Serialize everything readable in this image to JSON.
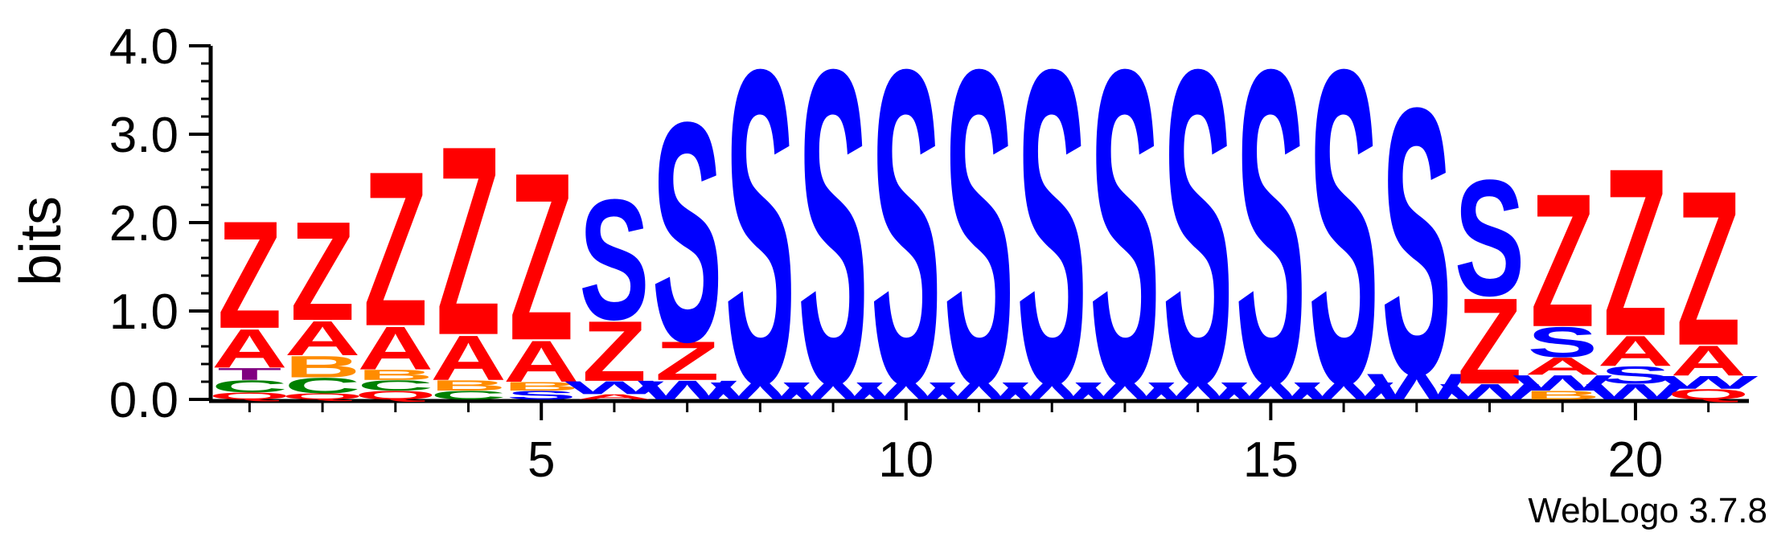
{
  "chart_data": {
    "type": "sequence-logo",
    "title": "",
    "xlabel": "",
    "ylabel": "bits",
    "ylim": [
      0,
      4.0
    ],
    "yticks": [
      "0.0",
      "1.0",
      "2.0",
      "3.0",
      "4.0"
    ],
    "xlim": [
      1,
      21
    ],
    "xticks": [
      5,
      10,
      15,
      20
    ],
    "credit": "WebLogo 3.7.8",
    "colors": {
      "Z": "#ff0000",
      "A": "#ff0000",
      "S": "#0000ff",
      "W": "#0000ff",
      "B": "#ff8c00",
      "C": "#008000",
      "T": "#800080",
      "Q": "#ff0000"
    },
    "positions": [
      {
        "pos": 1,
        "letters": [
          {
            "l": "Q",
            "h": 0.08
          },
          {
            "l": "C",
            "h": 0.14
          },
          {
            "l": "T",
            "h": 0.14
          },
          {
            "l": "A",
            "h": 0.45
          },
          {
            "l": "Z",
            "h": 1.25
          }
        ]
      },
      {
        "pos": 2,
        "letters": [
          {
            "l": "Q",
            "h": 0.07
          },
          {
            "l": "C",
            "h": 0.18
          },
          {
            "l": "B",
            "h": 0.25
          },
          {
            "l": "A",
            "h": 0.4
          },
          {
            "l": "Z",
            "h": 1.15
          }
        ]
      },
      {
        "pos": 3,
        "letters": [
          {
            "l": "Q",
            "h": 0.1
          },
          {
            "l": "C",
            "h": 0.12
          },
          {
            "l": "B",
            "h": 0.12
          },
          {
            "l": "A",
            "h": 0.5
          },
          {
            "l": "Z",
            "h": 1.8
          }
        ]
      },
      {
        "pos": 4,
        "letters": [
          {
            "l": "C",
            "h": 0.1
          },
          {
            "l": "B",
            "h": 0.12
          },
          {
            "l": "A",
            "h": 0.52
          },
          {
            "l": "Z",
            "h": 2.2
          }
        ]
      },
      {
        "pos": 5,
        "letters": [
          {
            "l": "S",
            "h": 0.1
          },
          {
            "l": "B",
            "h": 0.1
          },
          {
            "l": "A",
            "h": 0.48
          },
          {
            "l": "Z",
            "h": 1.95
          }
        ]
      },
      {
        "pos": 6,
        "letters": [
          {
            "l": "A",
            "h": 0.06
          },
          {
            "l": "W",
            "h": 0.15
          },
          {
            "l": "Z",
            "h": 0.7
          },
          {
            "l": "S",
            "h": 1.4
          }
        ]
      },
      {
        "pos": 7,
        "letters": [
          {
            "l": "W",
            "h": 0.22
          },
          {
            "l": "Z",
            "h": 0.45
          },
          {
            "l": "S",
            "h": 2.55
          }
        ]
      },
      {
        "pos": 8,
        "letters": [
          {
            "l": "W",
            "h": 0.2
          },
          {
            "l": "S",
            "h": 3.65
          }
        ]
      },
      {
        "pos": 9,
        "letters": [
          {
            "l": "W",
            "h": 0.2
          },
          {
            "l": "S",
            "h": 3.65
          }
        ]
      },
      {
        "pos": 10,
        "letters": [
          {
            "l": "W",
            "h": 0.2
          },
          {
            "l": "S",
            "h": 3.65
          }
        ]
      },
      {
        "pos": 11,
        "letters": [
          {
            "l": "W",
            "h": 0.2
          },
          {
            "l": "S",
            "h": 3.65
          }
        ]
      },
      {
        "pos": 12,
        "letters": [
          {
            "l": "W",
            "h": 0.2
          },
          {
            "l": "S",
            "h": 3.65
          }
        ]
      },
      {
        "pos": 13,
        "letters": [
          {
            "l": "W",
            "h": 0.2
          },
          {
            "l": "S",
            "h": 3.65
          }
        ]
      },
      {
        "pos": 14,
        "letters": [
          {
            "l": "W",
            "h": 0.2
          },
          {
            "l": "S",
            "h": 3.65
          }
        ]
      },
      {
        "pos": 15,
        "letters": [
          {
            "l": "W",
            "h": 0.2
          },
          {
            "l": "S",
            "h": 3.65
          }
        ]
      },
      {
        "pos": 16,
        "letters": [
          {
            "l": "W",
            "h": 0.2
          },
          {
            "l": "S",
            "h": 3.65
          }
        ]
      },
      {
        "pos": 17,
        "letters": [
          {
            "l": "W",
            "h": 0.3
          },
          {
            "l": "S",
            "h": 3.1
          }
        ]
      },
      {
        "pos": 18,
        "letters": [
          {
            "l": "W",
            "h": 0.18
          },
          {
            "l": "Z",
            "h": 1.0
          },
          {
            "l": "S",
            "h": 1.35
          }
        ]
      },
      {
        "pos": 19,
        "letters": [
          {
            "l": "B",
            "h": 0.1
          },
          {
            "l": "W",
            "h": 0.18
          },
          {
            "l": "A",
            "h": 0.2
          },
          {
            "l": "S",
            "h": 0.35
          },
          {
            "l": "Z",
            "h": 1.55
          }
        ]
      },
      {
        "pos": 20,
        "letters": [
          {
            "l": "W",
            "h": 0.18
          },
          {
            "l": "S",
            "h": 0.2
          },
          {
            "l": "A",
            "h": 0.35
          },
          {
            "l": "Z",
            "h": 1.95
          }
        ]
      },
      {
        "pos": 21,
        "letters": [
          {
            "l": "Q",
            "h": 0.12
          },
          {
            "l": "W",
            "h": 0.15
          },
          {
            "l": "A",
            "h": 0.35
          },
          {
            "l": "Z",
            "h": 1.8
          }
        ]
      }
    ]
  }
}
